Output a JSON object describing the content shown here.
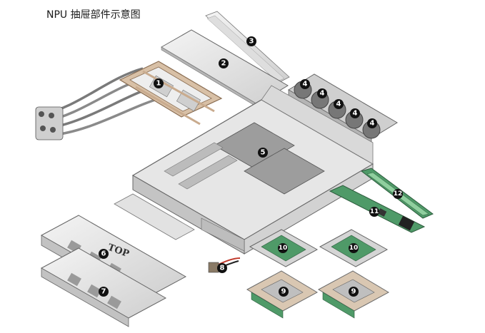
{
  "title": "NPU 抽屉部件示意图",
  "top_label": "TOP",
  "callouts": [
    "1",
    "2",
    "3",
    "4",
    "4",
    "4",
    "4",
    "4",
    "5",
    "6",
    "7",
    "8",
    "9",
    "9",
    "10",
    "10",
    "11",
    "12"
  ],
  "colors": {
    "metal_light": "#e9e9e9",
    "metal_mid": "#d2d2d2",
    "metal_dark": "#a8a8a8",
    "outline": "#6d6d6d",
    "copper": "#c9ab8e",
    "pcb_green": "#4f9a68",
    "pcb_green_light": "#8fcf9e",
    "cable_red": "#c0392b",
    "callout_fill": "#111111"
  }
}
